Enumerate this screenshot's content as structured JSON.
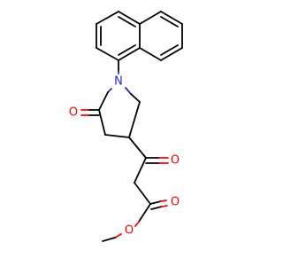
{
  "molecule": {
    "atoms": {
      "nitrogen": {
        "label": "N",
        "color": "#2a2ab8"
      },
      "lactam_oxygen": {
        "label": "O",
        "color": "#ff0000"
      },
      "ketone_oxygen": {
        "label": "O",
        "color": "#ff0000"
      },
      "ester_carbonyl_oxygen": {
        "label": "O",
        "color": "#ff0000"
      },
      "ester_ether_oxygen": {
        "label": "O",
        "color": "#ff0000"
      }
    },
    "bond_color": "#000000",
    "background": "#ffffff"
  }
}
